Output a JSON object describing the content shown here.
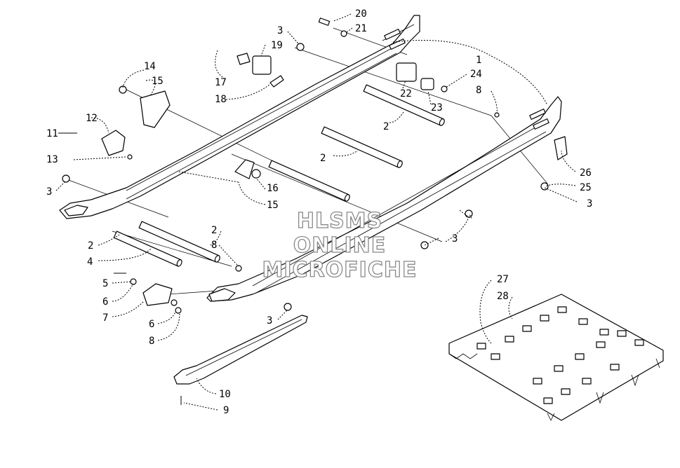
{
  "callouts": {
    "c1": "1",
    "c2a": "2",
    "c2b": "2",
    "c2c": "2",
    "c2d": "2",
    "c3a": "3",
    "c3b": "3",
    "c3c": "3",
    "c3d": "3",
    "c3e": "3",
    "c4": "4",
    "c5": "5",
    "c6a": "6",
    "c6b": "6",
    "c7": "7",
    "c8a": "8",
    "c8b": "8",
    "c8c": "8",
    "c9": "9",
    "c10": "10",
    "c11": "11",
    "c12": "12",
    "c13": "13",
    "c14": "14",
    "c15a": "15",
    "c15b": "15",
    "c16": "16",
    "c17": "17",
    "c18": "18",
    "c19": "19",
    "c20": "20",
    "c21": "21",
    "c22": "22",
    "c23": "23",
    "c24": "24",
    "c25": "25",
    "c26": "26",
    "c27": "27",
    "c28": "28"
  },
  "watermark": {
    "line1": "HLSMS",
    "line2": "ONLINE",
    "line3": "MICROFICHE"
  }
}
